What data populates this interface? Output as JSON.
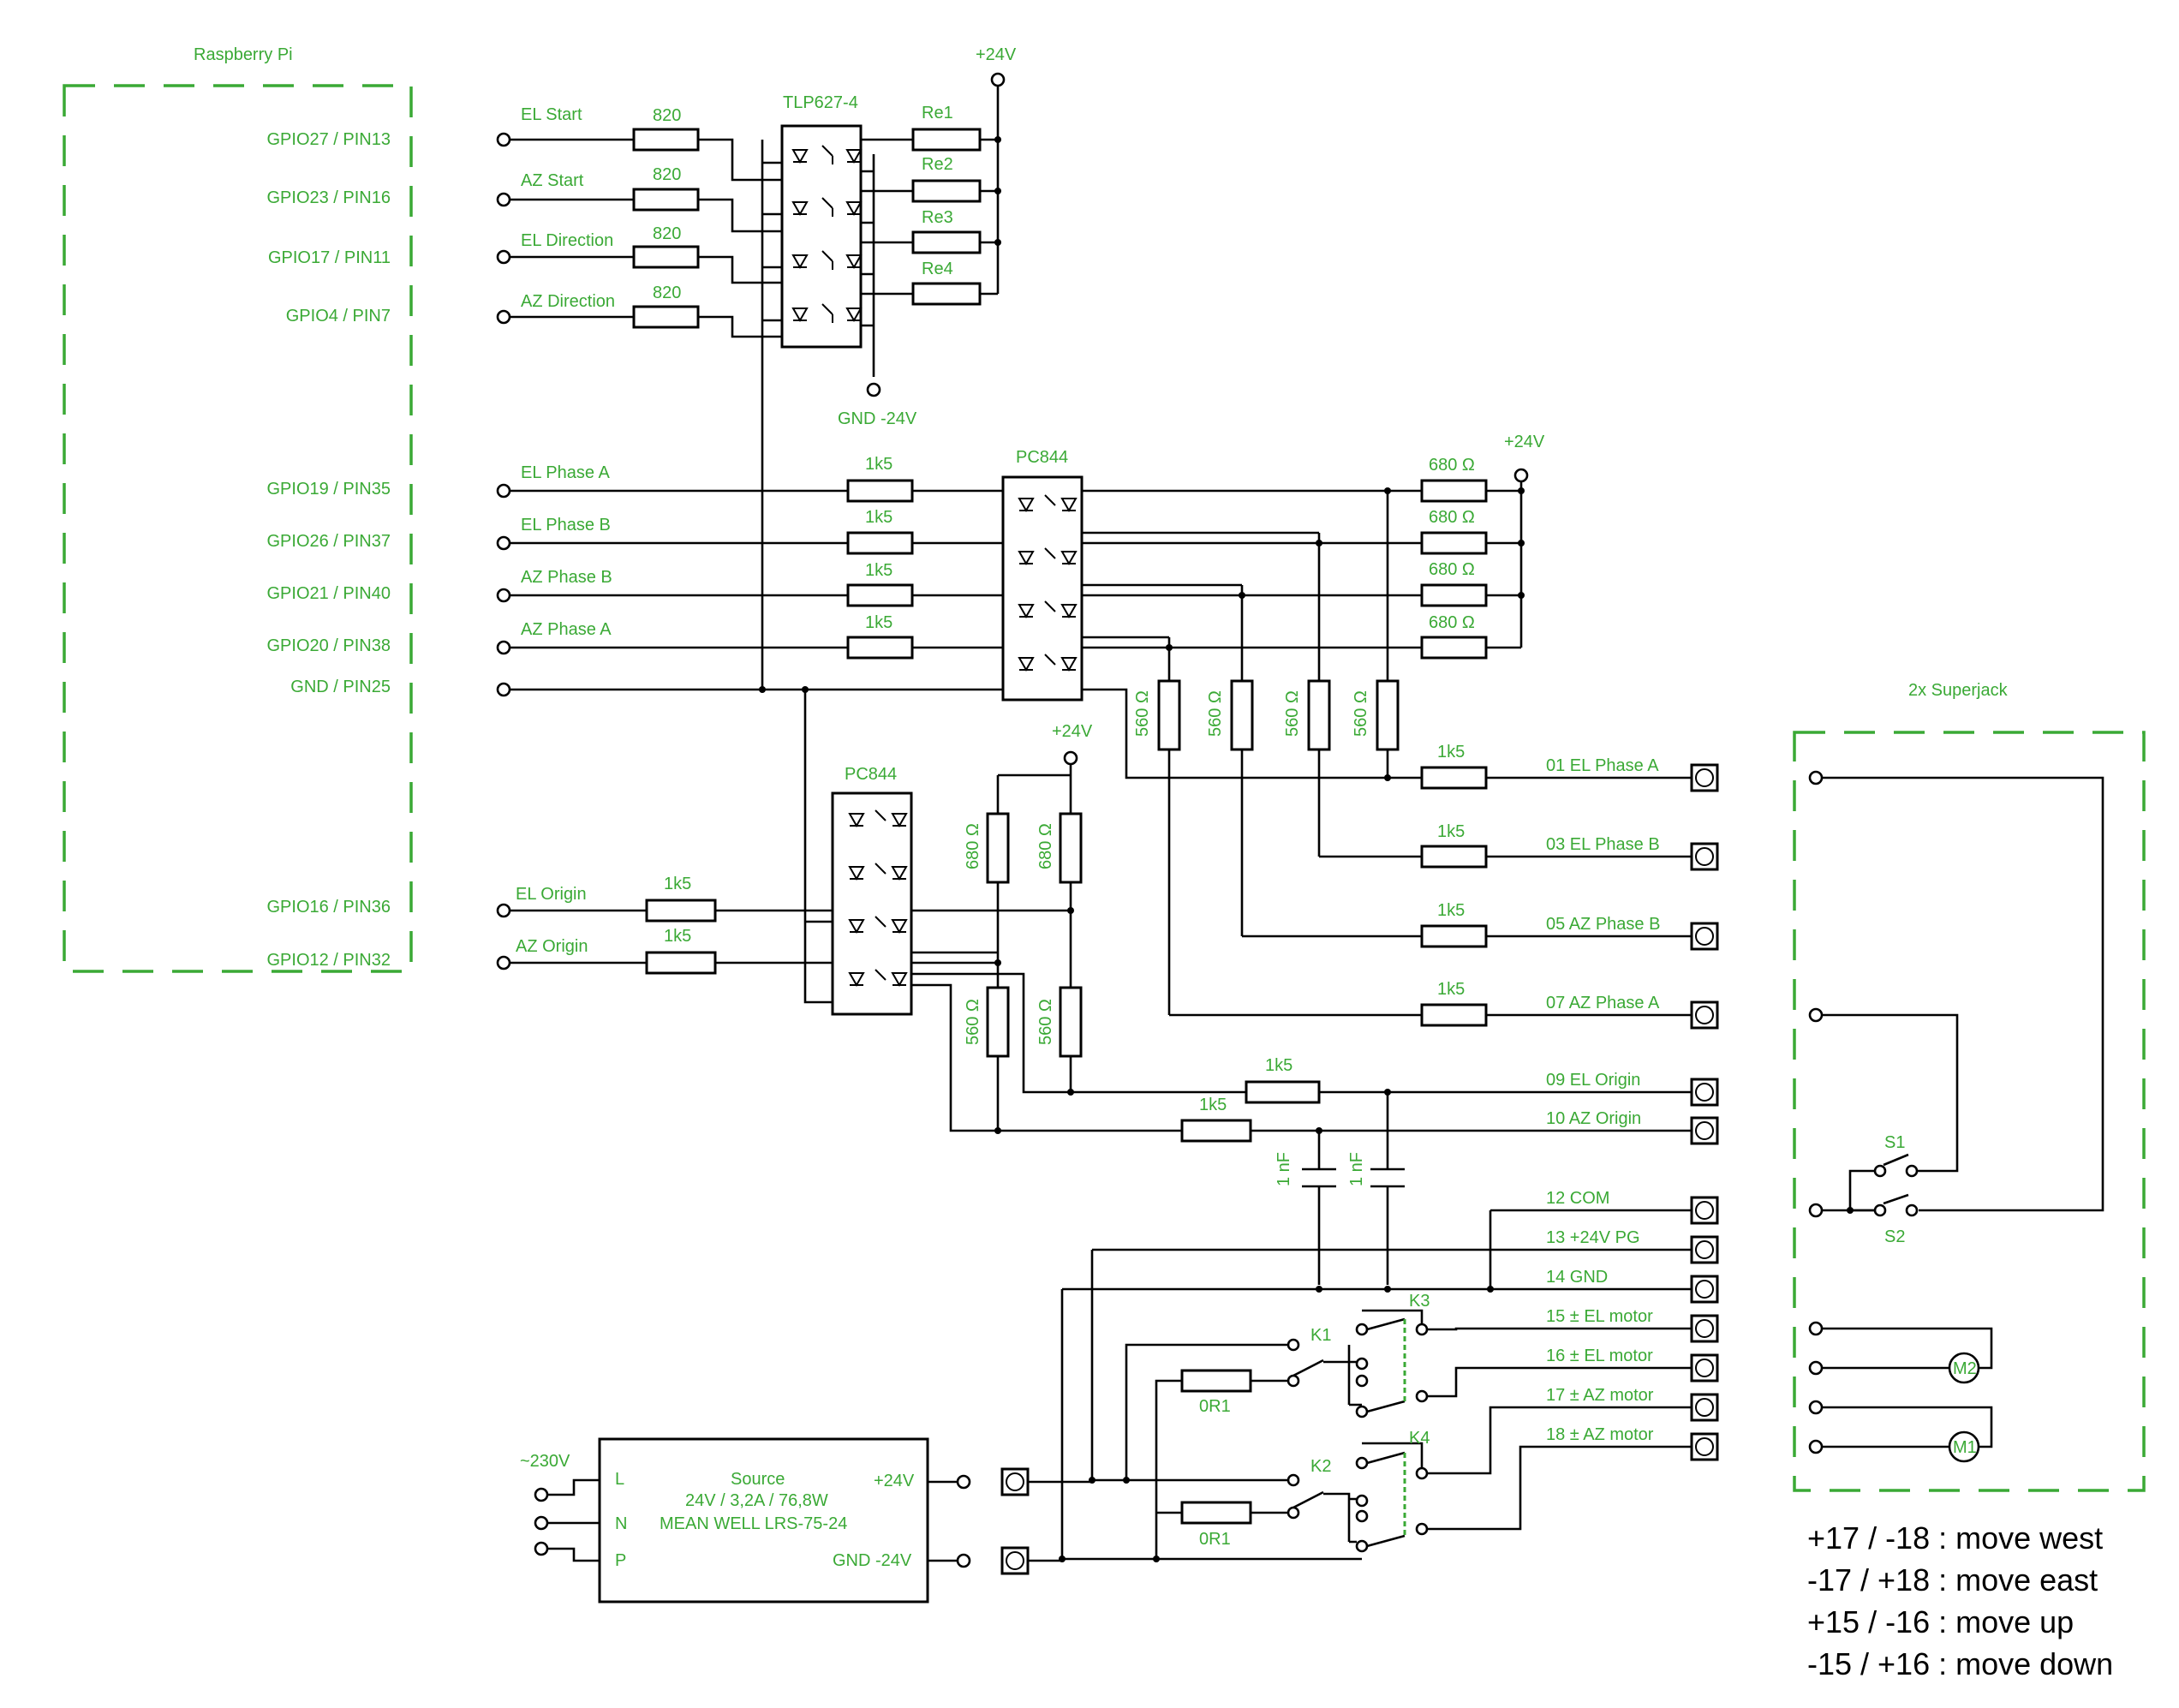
{
  "colors": {
    "label": "#3aa935",
    "wire": "#000000",
    "frame": "#3aa935"
  },
  "raspberry": {
    "title": "Raspberry Pi",
    "pins": [
      "GPIO27 / PIN13",
      "GPIO23 / PIN16",
      "GPIO17 / PIN11",
      "GPIO4 / PIN7",
      "GPIO19 / PIN35",
      "GPIO26 / PIN37",
      "GPIO21 / PIN40",
      "GPIO20 / PIN38",
      "GND / PIN25",
      "GPIO16 / PIN36",
      "GPIO12 / PIN32"
    ]
  },
  "inputs": {
    "el_start": "EL Start",
    "az_start": "AZ Start",
    "el_direction": "EL Direction",
    "az_direction": "AZ Direction",
    "el_phase_a": "EL Phase A",
    "el_phase_b": "EL Phase B",
    "az_phase_b": "AZ Phase B",
    "az_phase_a": "AZ Phase A",
    "el_origin": "EL Origin",
    "az_origin": "AZ Origin"
  },
  "components": {
    "r820": "820",
    "r1k5": "1k5",
    "r680": "680 Ω",
    "r560": "560 Ω",
    "r0r1": "0R1",
    "c1nf": "1 nF",
    "tlp": "TLP627-4",
    "pc844": "PC844",
    "re1": "Re1",
    "re2": "Re2",
    "re3": "Re3",
    "re4": "Re4",
    "plus24": "+24V",
    "gnd24": "GND -24V",
    "k1": "K1",
    "k2": "K2",
    "k3": "K3",
    "k4": "K4",
    "s1": "S1",
    "s2": "S2",
    "m1": "M1",
    "m2": "M2"
  },
  "outputs": [
    "01  EL Phase A",
    "03  EL Phase B",
    "05  AZ Phase B",
    "07  AZ Phase A",
    "09  EL Origin",
    "10  AZ Origin",
    "12  COM",
    "13  +24V PG",
    "14  GND",
    "15  ± EL motor",
    "16  ± EL motor",
    "17  ± AZ motor",
    "18  ± AZ motor"
  ],
  "source": {
    "mains": "~230V",
    "l": "L",
    "n": "N",
    "p": "P",
    "title": "Source",
    "rating": "24V / 3,2A / 76,8W",
    "model": "MEAN WELL LRS-75-24",
    "out_pos": "+24V",
    "out_neg": "GND -24V"
  },
  "superjack": {
    "title": "2x Superjack"
  },
  "legend": [
    "+17 / -18 : move west",
    "-17 / +18 : move  east",
    "+15 / -16 : move up",
    "-15 / +16 : move down"
  ]
}
